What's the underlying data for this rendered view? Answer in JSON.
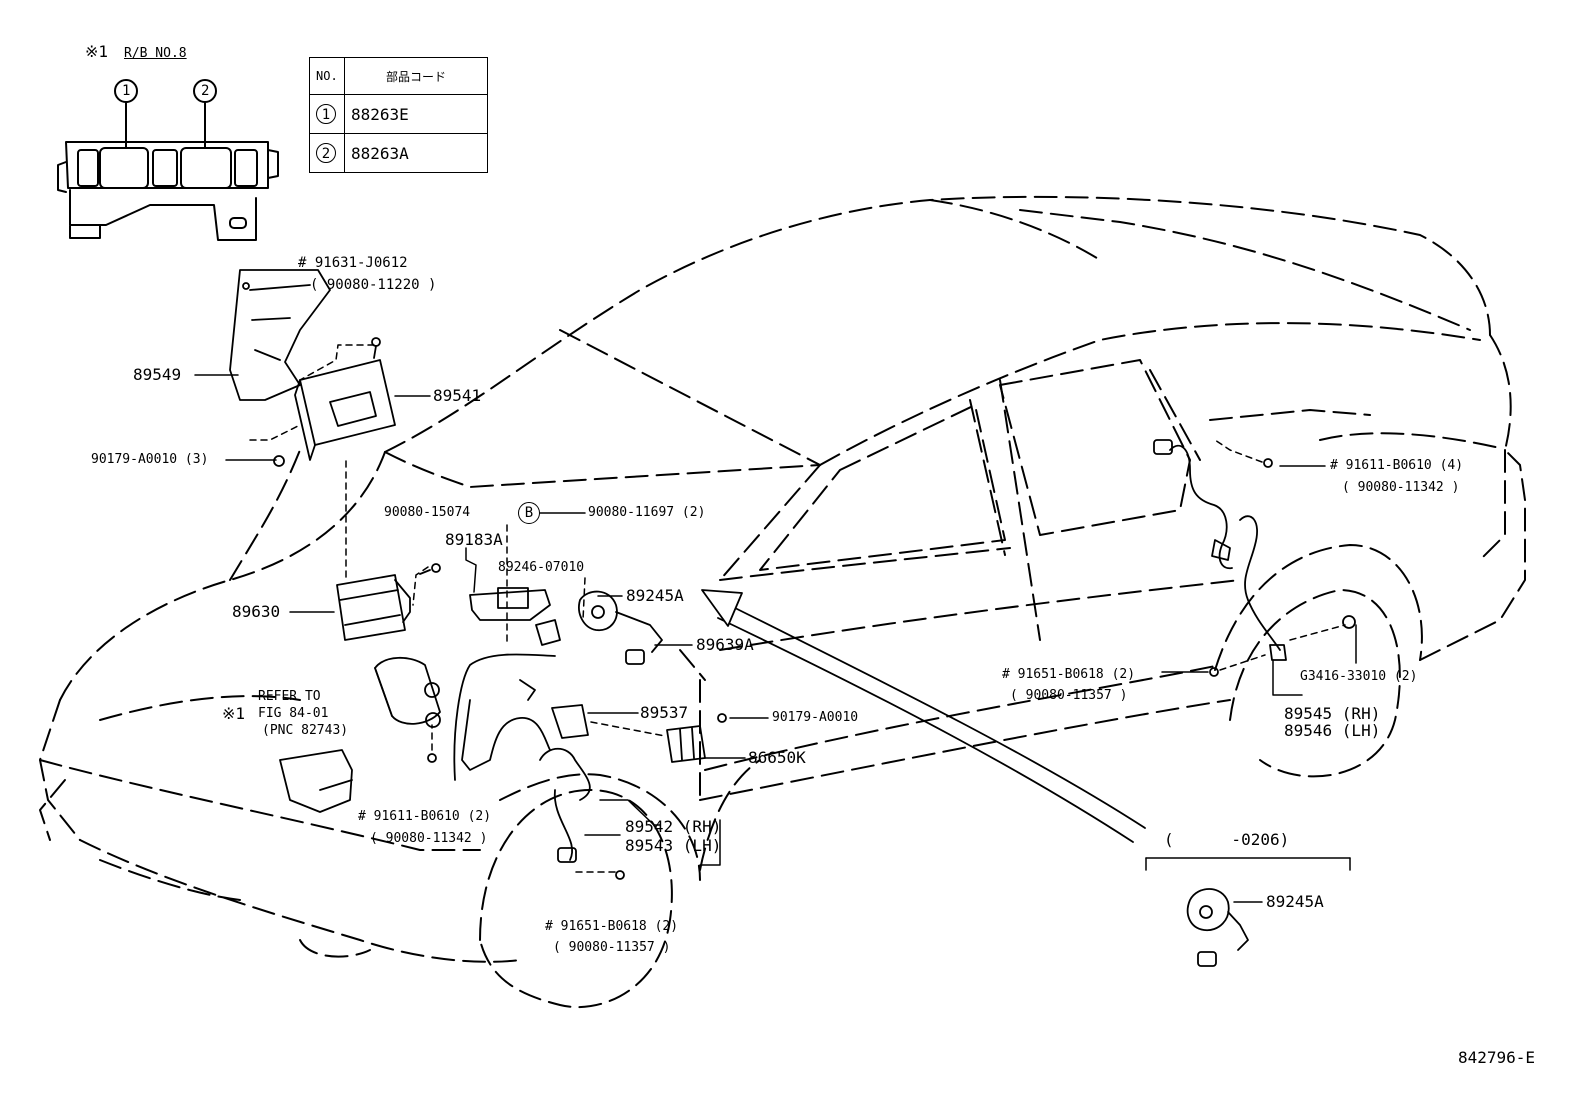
{
  "note_block": {
    "mark": "※1",
    "title": "R/B NO.8",
    "callout_1": "1",
    "callout_2": "2"
  },
  "code_table": {
    "col_no": "NO.",
    "col_code": "部品コード",
    "rows": [
      {
        "no": "1",
        "code": "88263E"
      },
      {
        "no": "2",
        "code": "88263A"
      }
    ]
  },
  "labels": {
    "p91631": "# 91631-J0612",
    "p90080_11220": "( 90080-11220 )",
    "p89549": "89549",
    "p89541": "89541",
    "p90179_3": "90179-A0010 (3)",
    "p90080_15074": "90080-15074",
    "p89183a": "89183A",
    "b_mark": "B",
    "p90080_11697": "90080-11697 (2)",
    "p89246": "89246-07010",
    "p89245a_main": "89245A",
    "p89630": "89630",
    "p89639a": "89639A",
    "refer_mark": "※1",
    "refer_1": "REFER TO",
    "refer_2": "FIG 84-01",
    "refer_3": "(PNC 82743)",
    "p89537": "89537",
    "p90179": "90179-A0010",
    "p86650k": "86650K",
    "p91611_front": "# 91611-B0610 (2)",
    "p90080_11342_front": "( 90080-11342 )",
    "p89542": "89542 (RH)",
    "p89543": "89543 (LH)",
    "p91651_front": "# 91651-B0618 (2)",
    "p90080_11357_front": "( 90080-11357 )",
    "p91611_rear": "# 91611-B0610 (4)",
    "p90080_11342_rear": "( 90080-11342 )",
    "p91651_rear": "# 91651-B0618 (2)",
    "p90080_11357_rear": "( 90080-11357 )",
    "pG3416": "G3416-33010 (2)",
    "p89545": "89545 (RH)",
    "p89546": "89546 (LH)",
    "inset_range": "(      -0206)",
    "p89245a_inset": "89245A",
    "fig_code": "842796-E"
  }
}
